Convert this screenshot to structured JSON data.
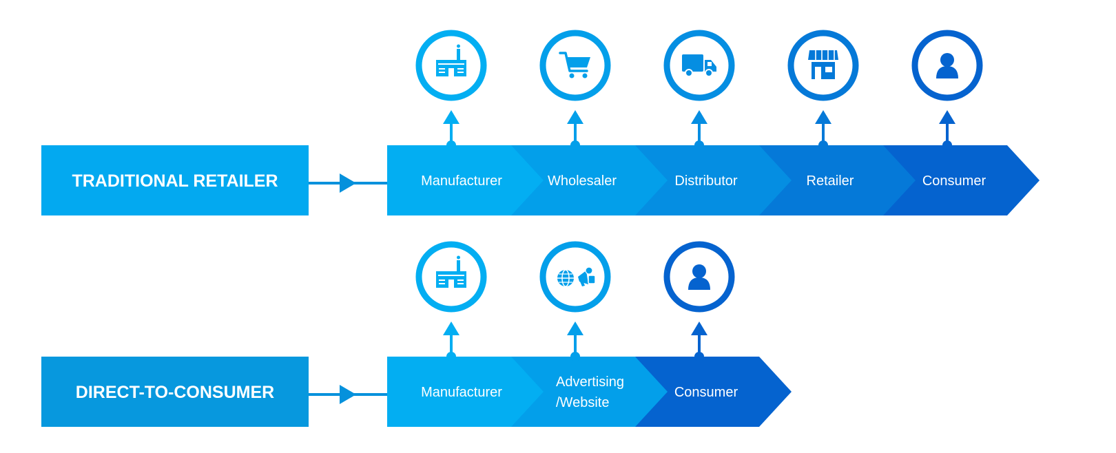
{
  "colors": {
    "label_box_1": "#03A9F0",
    "label_box_2": "#0798DE",
    "connector": "#0591DC",
    "chevron_gradient_start": "#03AEF2",
    "chevron_gradient_end": "#0563CF",
    "label_text": "#ffffff"
  },
  "rows": [
    {
      "title": "TRADITIONAL RETAILER",
      "steps": [
        {
          "label": "Manufacturer",
          "icon": "factory-icon"
        },
        {
          "label": "Wholesaler",
          "icon": "shopping-cart-icon"
        },
        {
          "label": "Distributor",
          "icon": "delivery-truck-icon"
        },
        {
          "label": "Retailer",
          "icon": "storefront-icon"
        },
        {
          "label": "Consumer",
          "icon": "person-icon"
        }
      ]
    },
    {
      "title": "DIRECT-TO-CONSUMER",
      "steps": [
        {
          "label": "Manufacturer",
          "icon": "factory-icon"
        },
        {
          "label": "Advertising\n/Website",
          "icon": "globe-megaphone-icon"
        },
        {
          "label": "Consumer",
          "icon": "person-icon"
        }
      ]
    }
  ]
}
